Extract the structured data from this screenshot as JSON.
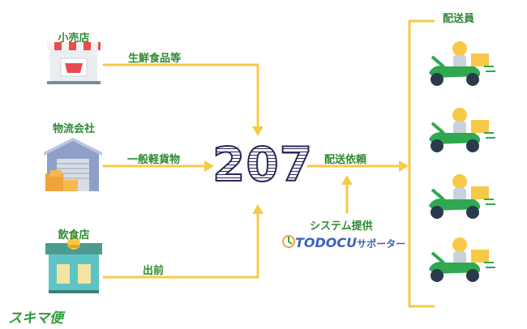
{
  "sources": [
    {
      "label": "小売店",
      "goods": "生鮮食品等"
    },
    {
      "label": "物流会社",
      "goods": "一般軽貨物"
    },
    {
      "label": "飲食店",
      "goods": "出前"
    }
  ],
  "hub": {
    "label": "207"
  },
  "request_label": "配送依頼",
  "system_label": "システム提供",
  "system_logo": {
    "main": "TODOCU",
    "sub": "サポーター"
  },
  "couriers": {
    "label": "配送員",
    "count": 4
  },
  "brand": "スキマ便",
  "colors": {
    "arrow": "#f7c948",
    "label": "#2f8a34",
    "scooter": "#2fa84f",
    "navy": "#28285a"
  }
}
